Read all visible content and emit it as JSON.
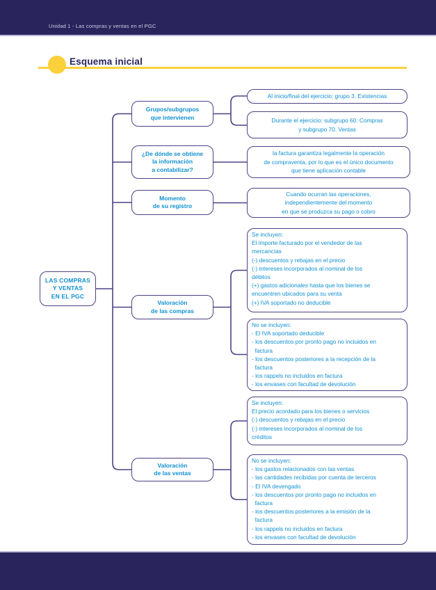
{
  "page": {
    "unit_header": "Unidad 1 - Las compras y ventas en el PGC",
    "section_title": "Esquema inicial"
  },
  "colors": {
    "navy_bar": "#2a245c",
    "accent_yellow": "#fcd03b",
    "box_border": "#4b4284",
    "text_blue": "#1090d0",
    "title_navy": "#29235c"
  },
  "tree": {
    "root": "LAS COMPRAS\nY VENTAS\nEN EL PGC",
    "branches": [
      {
        "label": "Grupos/subgrupos\nque intervienen",
        "leaves": [
          "Al inicio/final del ejercicio: grupo 3. Existencias",
          "Durante el ejercicio: subgrupo 60. Compras\ny subgrupo 70. Ventas"
        ]
      },
      {
        "label": "¿De dónde se obtiene\nla información\na contabilizar?",
        "leaves": [
          "la factura garantiza legalmente la operación\nde compraventa, por lo que es el único documento\nque tiene aplicación contable"
        ]
      },
      {
        "label": "Momento\nde su registro",
        "leaves": [
          "Cuando ocurran las operaciones,\nindependientemente del momento\nen que se produzca su pago o cobro"
        ]
      },
      {
        "label": "Valoración\nde las compras",
        "leaves": [
          "Se incluyen:\nEl importe facturado por el vendedor de las\nmercancías\n(-) descuentos y rebajas en el precio\n(-) intereses incorporados al nominal de los\ndébitos\n(+) gastos adicionales hasta que los bienes se\nencuentren ubicados para su venta\n(+) IVA soportado no deducible",
          "No se incluyen:\n- El IVA soportado deducible\n- los descuentos por pronto pago no incluidos en\n  factura\n- los descuentos posteriores a la recepción de la\n  factura\n- los rappels no incluidos en factura\n- los envases con facultad de devolución"
        ]
      },
      {
        "label": "Valoración\nde las ventas",
        "leaves": [
          "Se incluyen:\nEl precio acordado para los bienes o servicios\n(-) descuentos y rebajas en el precio\n(-) intereses incorporados al nominal de los\ncréditos",
          "No se incluyen:\n- los gastos relacionados con las ventas\n- las cantidades recibidas por cuenta de terceros\n- El IVA devengado\n- los descuentos por pronto pago no incluidos en\n  factura\n- los descuentos posteriores a la emisión de la\n  factura\n- los rappels no incluidos en factura\n- los envases con facultad de devolución"
        ]
      }
    ]
  }
}
